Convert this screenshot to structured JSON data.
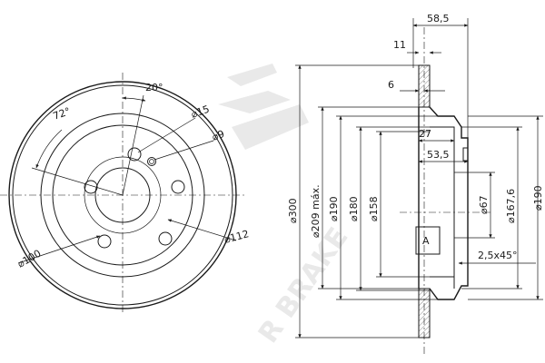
{
  "watermark": {
    "text": "R BRAKE"
  },
  "front_view": {
    "angle_top": "20°",
    "angle_left": "72°",
    "hole_dia": "15",
    "thread_dia": "9",
    "pcd": "100",
    "hub_dia": "112"
  },
  "section_view": {
    "total_height": "58,5",
    "disc_thickness": "11",
    "dim_6": "6",
    "dim_27": "27",
    "dim_53_5": "53,5",
    "outer_dia": "300",
    "friction_dia": "209 máx.",
    "drum_dia": "190",
    "dia_180": "180",
    "dia_158": "158",
    "center_bore": "67",
    "dia_167_6": "167,6",
    "dia_190_right": "190",
    "chamfer": "2,5x45°",
    "view_marker": "A"
  }
}
